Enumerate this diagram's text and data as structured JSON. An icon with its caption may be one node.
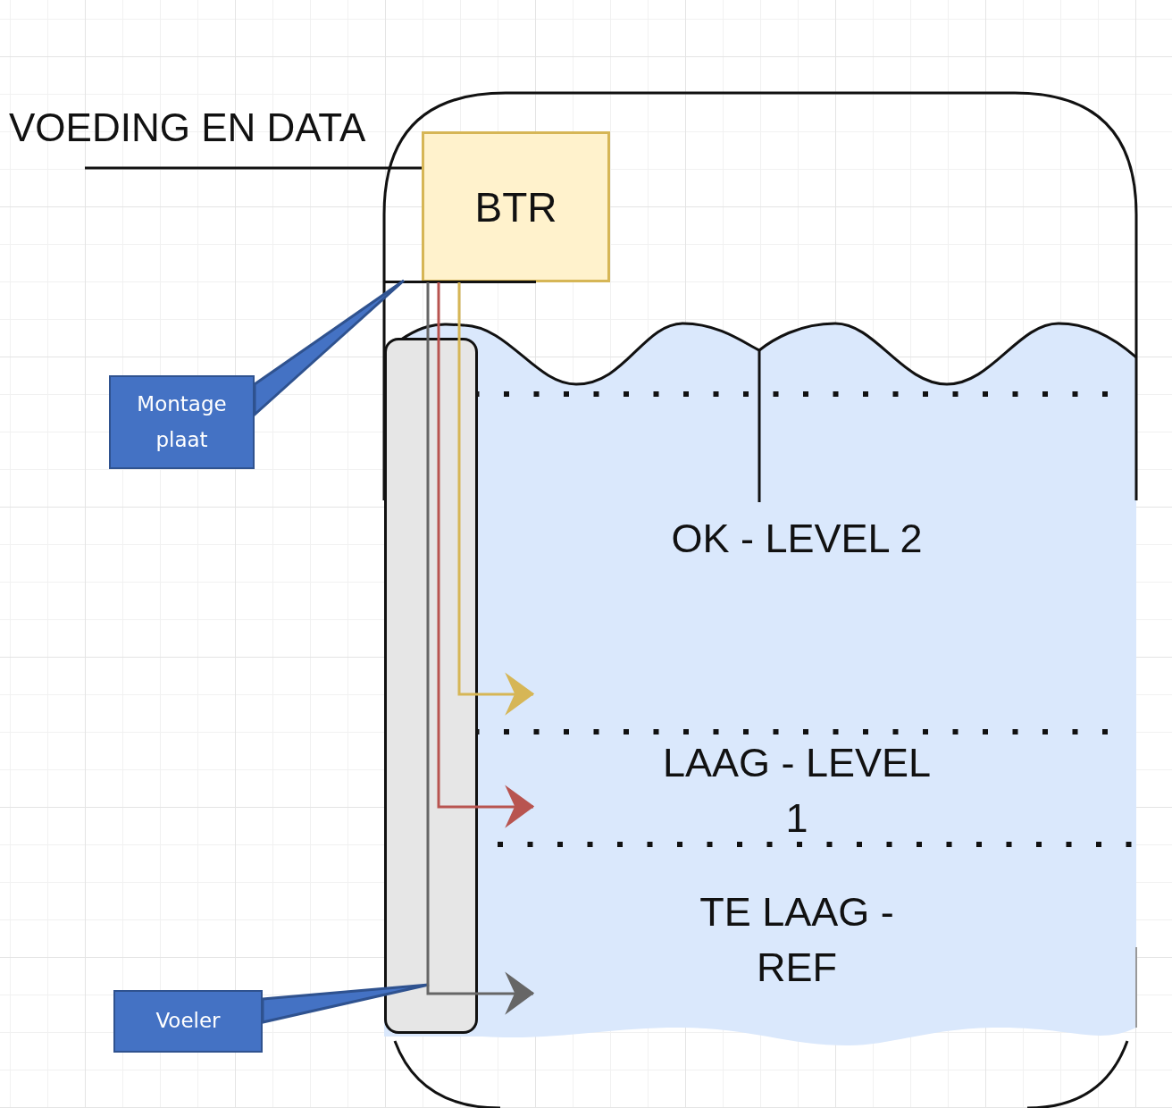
{
  "diagram": {
    "nodes": [
      {
        "text": [
          "VOEDING EN DATA"
        ]
      },
      {
        "text": [
          "BTR"
        ]
      },
      {
        "text": [],
        "shape": "bar"
      },
      {
        "text": [],
        "shape": "box"
      },
      {
        "text": [
          "Montage plaat"
        ]
      },
      {
        "text": [
          "Voeler"
        ]
      }
    ],
    "edges": [
      {
        "from": 0,
        "to": 1,
        "arrow": "none"
      },
      {
        "from": 4,
        "to": 2,
        "arrow": "none",
        "color": "#2f528f"
      },
      {
        "from": 5,
        "to": 3,
        "arrow": "none",
        "color": "#2f528f"
      },
      {
        "from": 1,
        "to": null,
        "arrow": "to",
        "color": "#666666"
      },
      {
        "from": 1,
        "to": null,
        "arrow": "to",
        "color": "#b85450"
      },
      {
        "from": 1,
        "to": null,
        "arrow": "to",
        "color": "#d6b656"
      }
    ],
    "labels": [
      "OK - LEVEL 2",
      "LAAG - LEVEL 1",
      "TE LAAG - REF"
    ]
  }
}
